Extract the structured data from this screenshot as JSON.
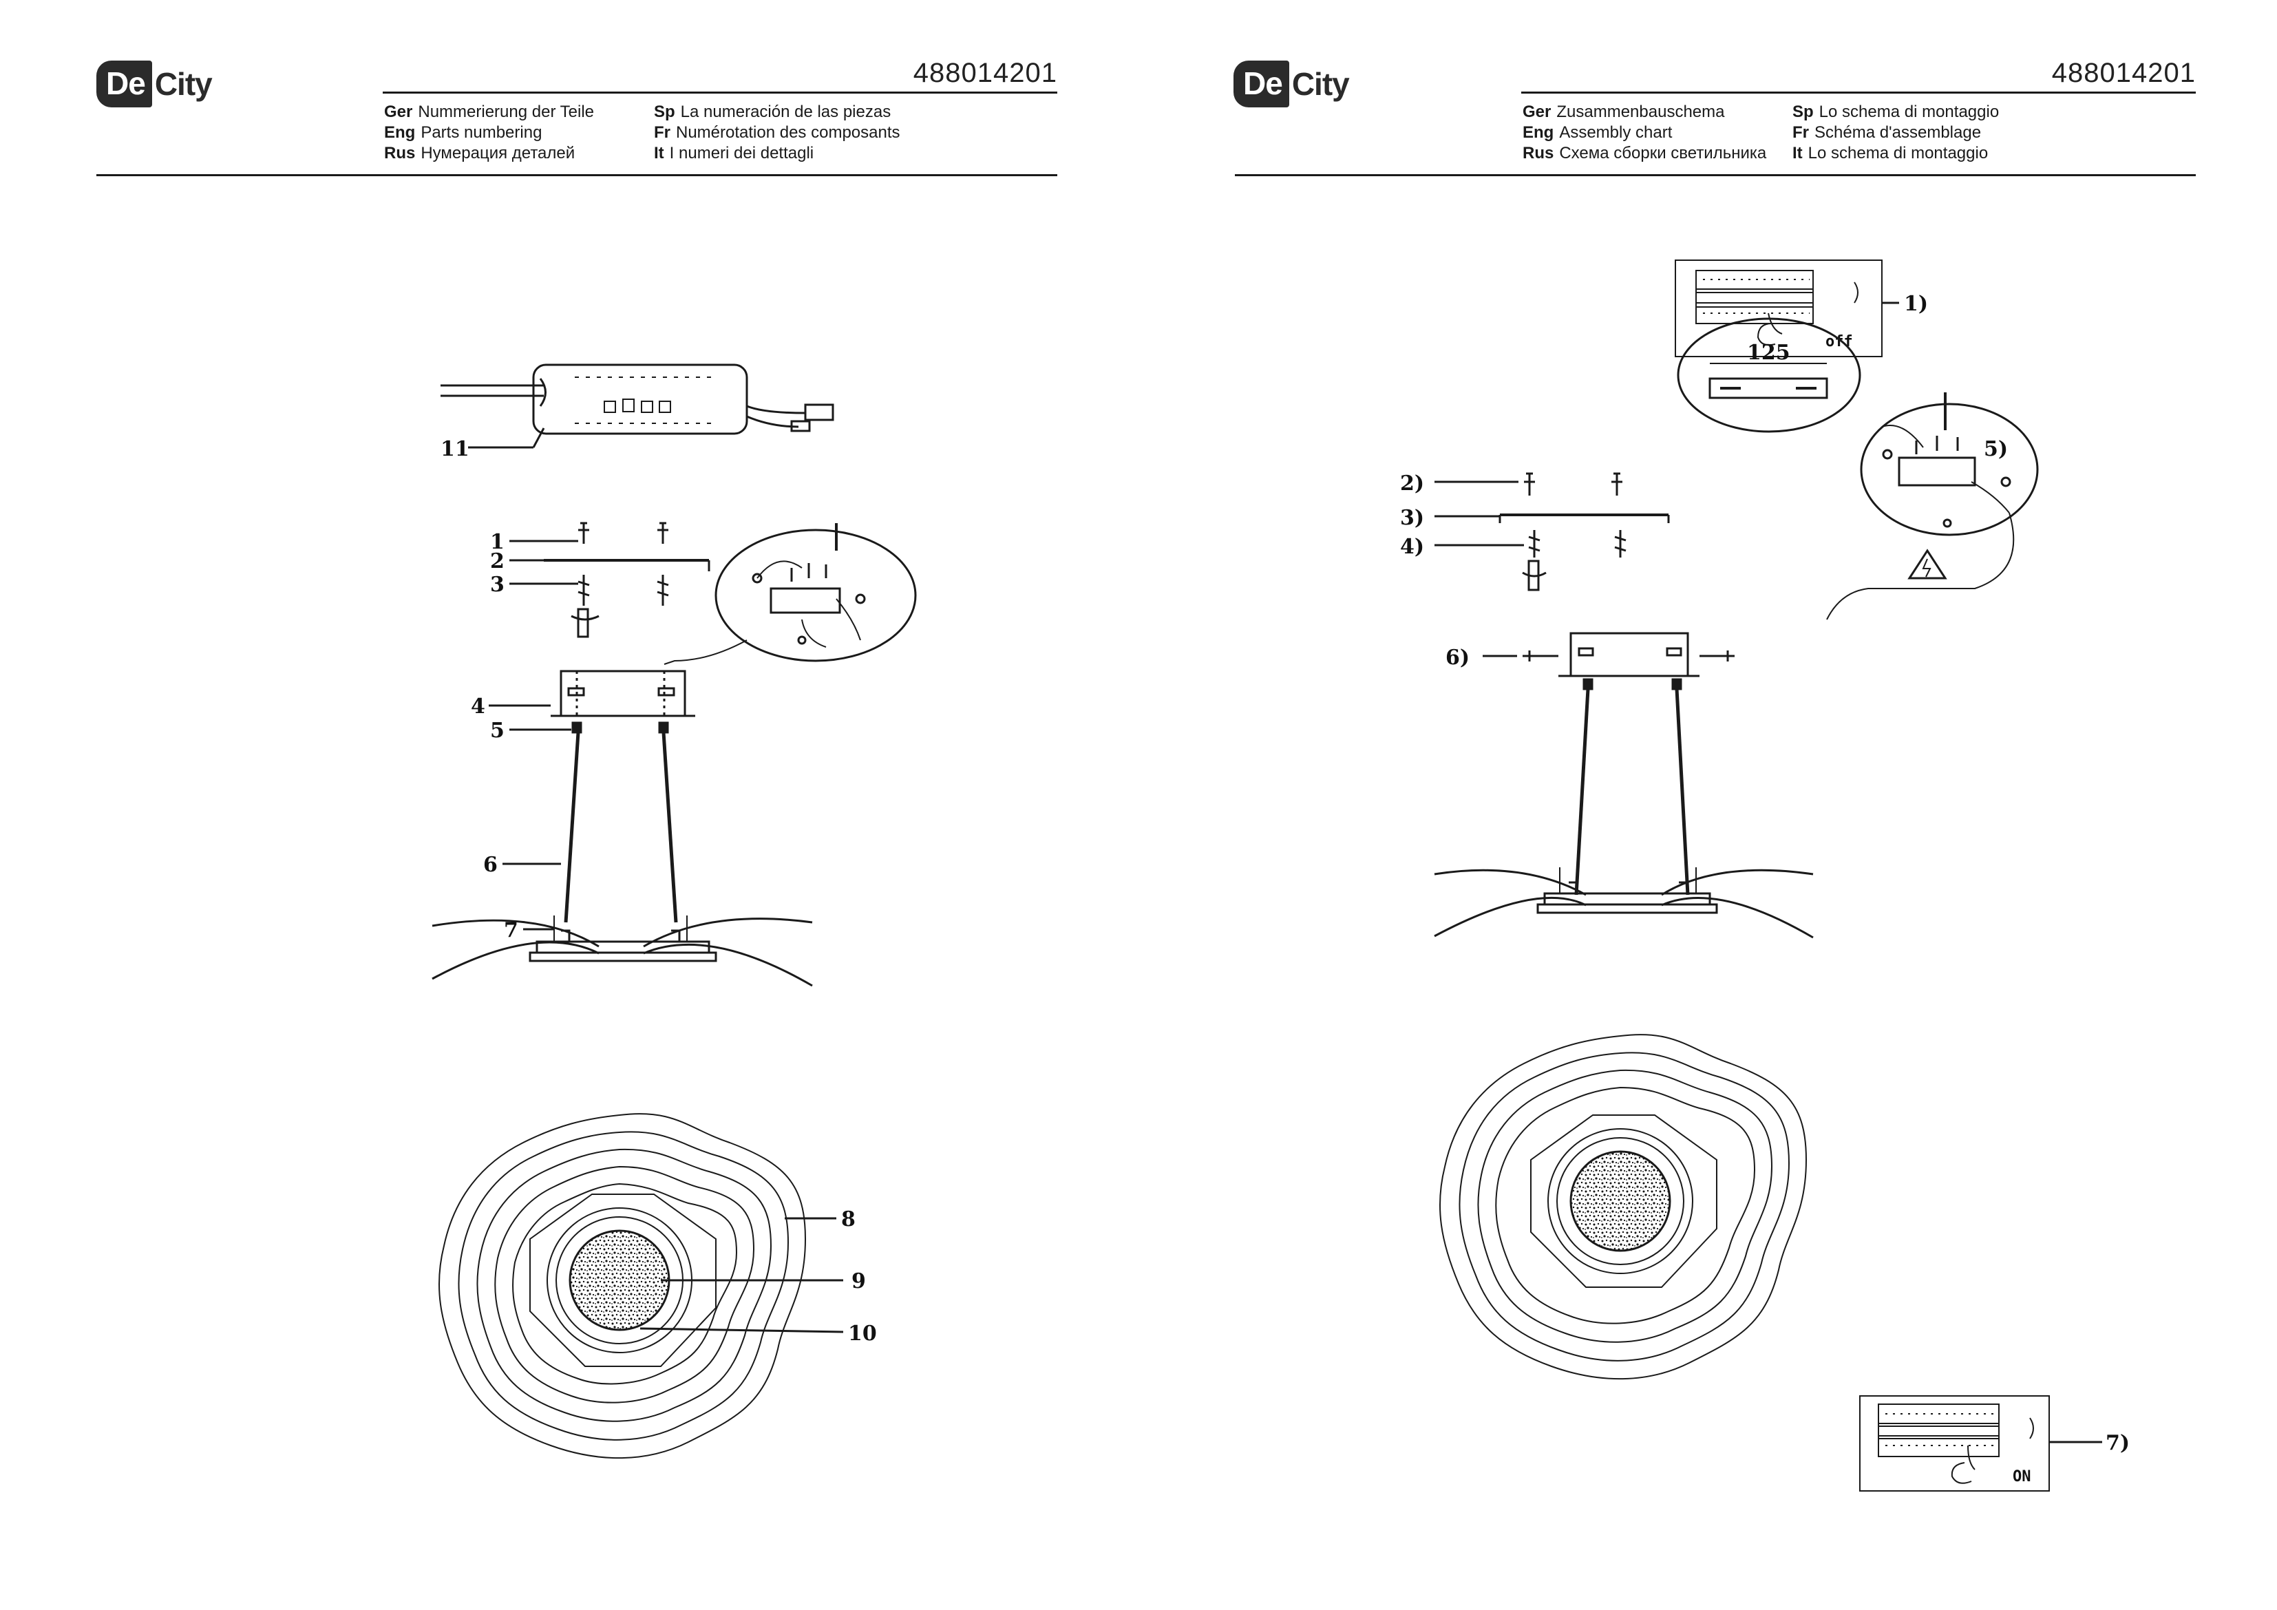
{
  "brand": {
    "logo_de": "De",
    "logo_city": "City"
  },
  "pages": [
    {
      "doc_code": "488014201",
      "langs_col1": [
        {
          "code": "Ger",
          "text": "Nummerierung der Teile"
        },
        {
          "code": "Eng",
          "text": "Parts numbering"
        },
        {
          "code": "Rus",
          "text": "Нумерация деталей"
        }
      ],
      "langs_col2": [
        {
          "code": "Sp",
          "text": "La numeración de las piezas"
        },
        {
          "code": "Fr",
          "text": "Numérotation des composants"
        },
        {
          "code": "It",
          "text": "I numeri dei dettagli"
        }
      ],
      "callouts": [
        "1",
        "2",
        "3",
        "4",
        "5",
        "6",
        "7",
        "8",
        "9",
        "10",
        "11"
      ]
    },
    {
      "doc_code": "488014201",
      "langs_col1": [
        {
          "code": "Ger",
          "text": "Zusammenbauschema"
        },
        {
          "code": "Eng",
          "text": "Assembly chart"
        },
        {
          "code": "Rus",
          "text": "Схема сборки светильника"
        }
      ],
      "langs_col2": [
        {
          "code": "Sp",
          "text": "Lo schema di montaggio"
        },
        {
          "code": "Fr",
          "text": "Schéma d'assemblage"
        },
        {
          "code": "It",
          "text": "Lo schema di montaggio"
        }
      ],
      "callouts": [
        "1)",
        "2)",
        "3)",
        "4)",
        "5)",
        "6)",
        "7)"
      ],
      "dimension": "125",
      "switch_off": "off",
      "switch_on": "ON"
    }
  ]
}
